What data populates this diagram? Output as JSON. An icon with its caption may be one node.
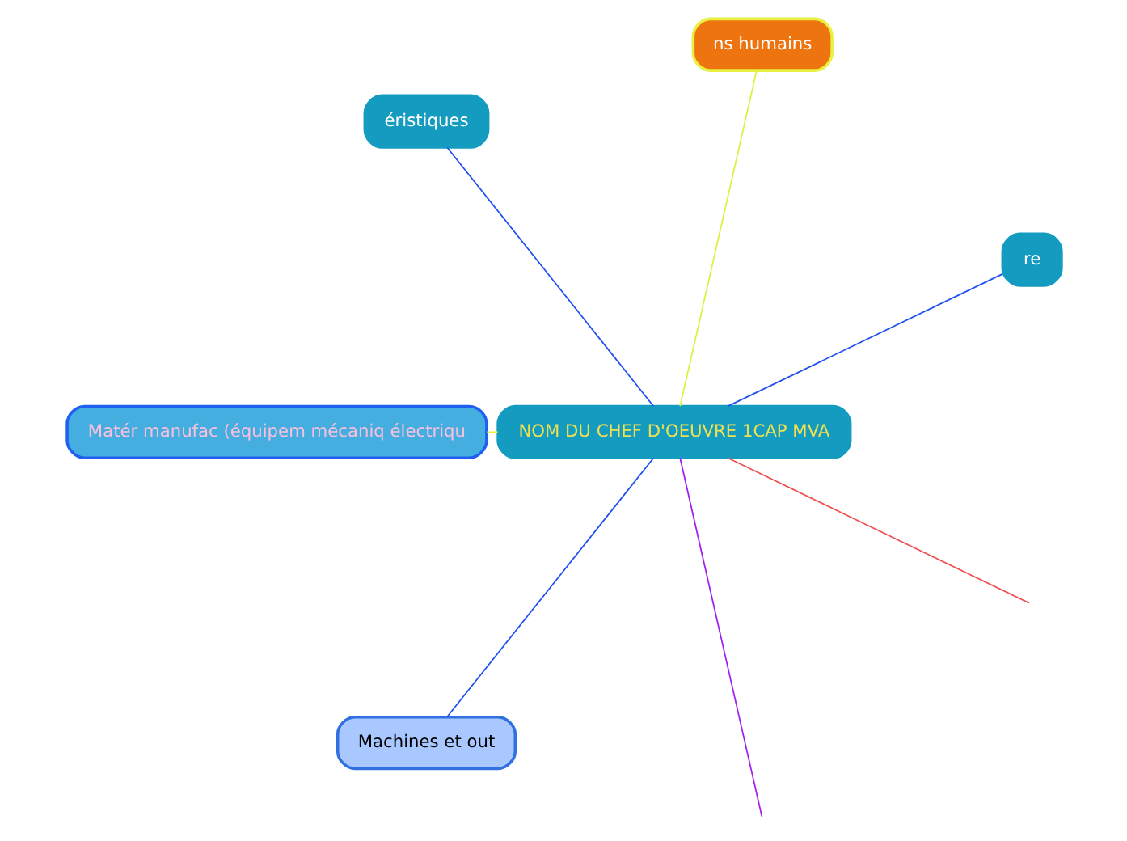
{
  "diagram": {
    "nodes": [
      {
        "text": [
          "NOM DU CHEF D'OEUVRE 1CAP MVA"
        ]
      },
      {
        "text": [
          "re"
        ]
      },
      {
        "text": [
          "ns humains"
        ]
      },
      {
        "text": [
          "éristiques"
        ]
      },
      {
        "text": [
          "Matér manufac (équipem mécaniq électriqu"
        ]
      },
      {
        "text": [
          "Machines et out"
        ]
      }
    ],
    "edges": [
      {
        "from": 0,
        "to": null,
        "arrow": "none",
        "color": "#a020f0"
      },
      {
        "from": 0,
        "to": null,
        "arrow": "none",
        "color": "#f05050"
      },
      {
        "from": 0,
        "to": 1,
        "arrow": "none"
      },
      {
        "from": 0,
        "to": 4,
        "arrow": "none",
        "color": "#f0f040"
      },
      {
        "from": 0,
        "to": 2,
        "arrow": "none",
        "color": "#e0f040"
      },
      {
        "from": 0,
        "to": 3,
        "arrow": "none"
      },
      {
        "from": 0,
        "to": 5,
        "arrow": "none"
      }
    ]
  }
}
